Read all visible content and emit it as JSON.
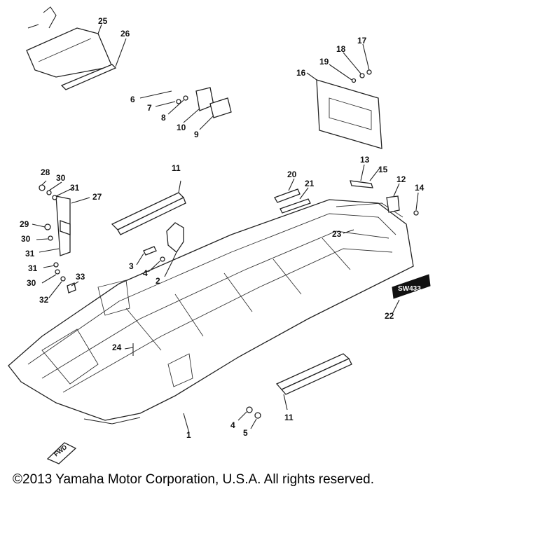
{
  "diagram": {
    "part_labels": [
      "1",
      "2",
      "3",
      "4",
      "4",
      "5",
      "6",
      "7",
      "8",
      "9",
      "10",
      "11",
      "11",
      "12",
      "13",
      "14",
      "15",
      "16",
      "17",
      "18",
      "19",
      "20",
      "21",
      "22",
      "23",
      "24",
      "25",
      "26",
      "27",
      "28",
      "29",
      "30",
      "30",
      "30",
      "31",
      "31",
      "31",
      "32",
      "33"
    ],
    "fwd_marker": "FWD",
    "decal_text": "SW433"
  },
  "footer": {
    "copyright": "©2013 Yamaha Motor Corporation, U.S.A. All rights reserved."
  }
}
